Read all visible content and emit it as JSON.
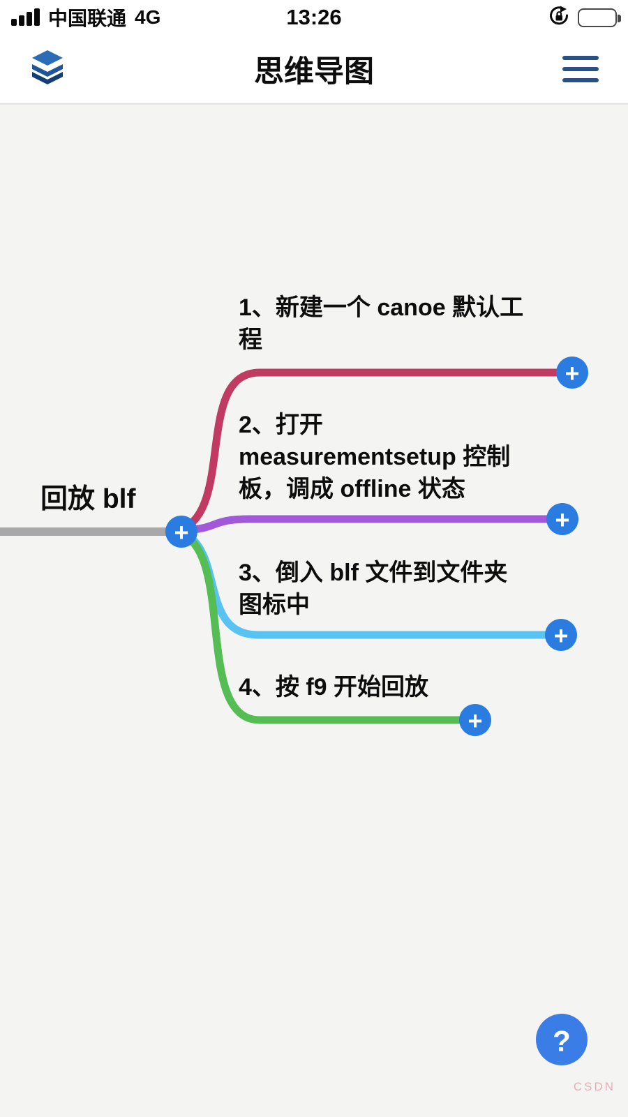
{
  "status_bar": {
    "carrier": "中国联通",
    "network": "4G",
    "time": "13:26"
  },
  "header": {
    "title": "思维导图"
  },
  "mindmap": {
    "root_label": "回放 blf",
    "plus_icon": "+",
    "trunk_color": "#a8a8a8",
    "plus_color": "#2b7ce1",
    "branches": [
      {
        "label": "1、新建一个 canoe 默认工\n程",
        "color": "#c03a62"
      },
      {
        "label": "2、打开\nmeasurementsetup 控制\n板，调成 offline 状态",
        "color": "#a259d9"
      },
      {
        "label": "3、倒入 blf 文件到文件夹\n图标中",
        "color": "#58c2f3"
      },
      {
        "label": "4、按 f9 开始回放",
        "color": "#54bd54"
      }
    ]
  },
  "help_button": {
    "icon": "?",
    "color": "#3b7de6"
  },
  "watermark": {
    "text": "CSDN"
  }
}
